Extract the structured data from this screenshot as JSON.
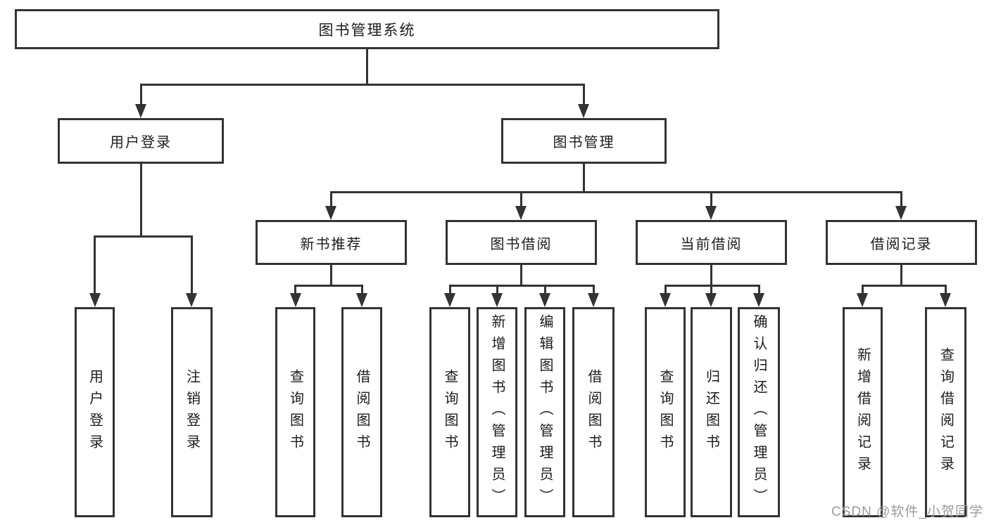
{
  "tree": {
    "label": "图书管理系统",
    "children": [
      {
        "label": "用户登录",
        "children": [
          {
            "label": "用户登录"
          },
          {
            "label": "注销登录"
          }
        ]
      },
      {
        "label": "图书管理",
        "children": [
          {
            "label": "新书推荐",
            "children": [
              {
                "label": "查询图书"
              },
              {
                "label": "借阅图书"
              }
            ]
          },
          {
            "label": "图书借阅",
            "children": [
              {
                "label": "查询图书"
              },
              {
                "label": "新增图书（管理员）"
              },
              {
                "label": "编辑图书（管理员）"
              },
              {
                "label": "借阅图书"
              }
            ]
          },
          {
            "label": "当前借阅",
            "children": [
              {
                "label": "查询图书"
              },
              {
                "label": "归还图书"
              },
              {
                "label": "确认归还（管理员）"
              }
            ]
          },
          {
            "label": "借阅记录",
            "children": [
              {
                "label": "新增借阅记录"
              },
              {
                "label": "查询借阅记录"
              }
            ]
          }
        ]
      }
    ]
  },
  "watermark": {
    "text": "CSDN @软件_小贺同学"
  },
  "colors": {
    "line": "#333333",
    "text": "#1c1c1c",
    "watermark_gray": "#9b9b9b",
    "background": "#ffffff"
  }
}
